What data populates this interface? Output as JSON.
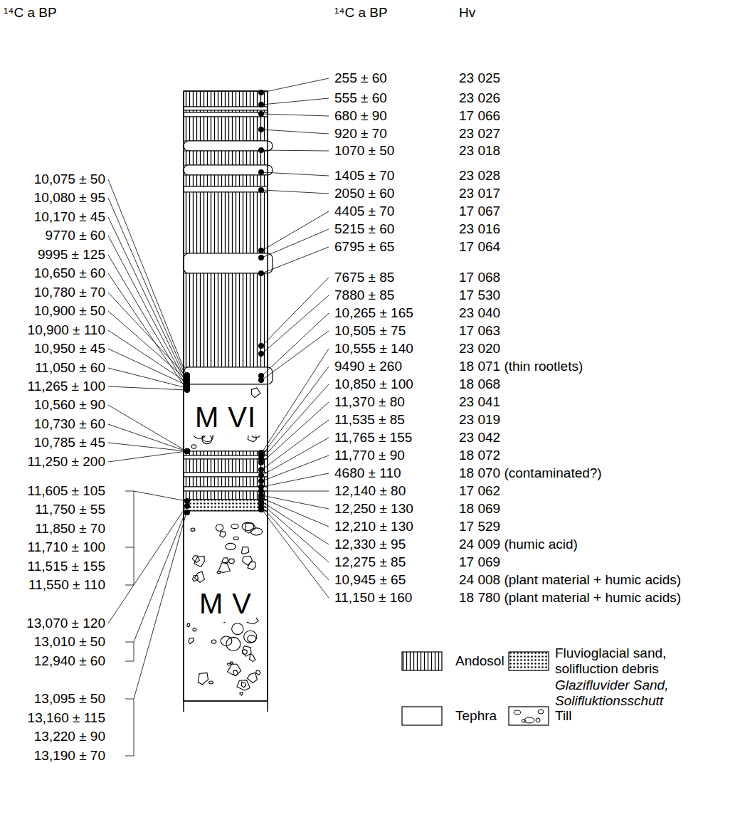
{
  "diagram": {
    "nodes": [
      {
        "text": [
          "M VI"
        ]
      },
      {
        "text": [
          "M V"
        ]
      }
    ],
    "labels": [
      "¹⁴C a BP",
      "¹⁴C a BP",
      "Hv",
      "10,075 ± 50",
      "10,080 ± 95",
      "10,170 ± 45",
      "9770 ± 60",
      "9995 ± 125",
      "10,650 ± 60",
      "10,780 ± 70",
      "10,900 ± 50",
      "10,900 ± 110",
      "10,950 ± 45",
      "11,050 ± 60",
      "11,265 ± 100",
      "10,560 ± 90",
      "10,730 ± 60",
      "10,785 ± 45",
      "11,250 ± 200",
      "11,605 ± 105",
      "11,750 ± 55",
      "11,850 ± 70",
      "11,710 ± 100",
      "11,515 ± 155",
      "11,550 ± 110",
      "13,070 ± 120",
      "13,010 ± 50",
      "12,940 ± 60",
      "13,095 ± 50",
      "13,160 ± 115",
      "13,220 ± 90",
      "13,190 ± 70",
      "255 ± 60",
      "23 025",
      "555 ± 60",
      "23 026",
      "680 ± 90",
      "17 066",
      "920 ± 70",
      "23 027",
      "1070 ± 50",
      "23 018",
      "1405 ± 70",
      "23 028",
      "2050 ± 60",
      "23 017",
      "4405 ± 70",
      "17 067",
      "5215 ± 60",
      "23 016",
      "6795 ± 65",
      "17 064",
      "7675 ± 85",
      "17 068",
      "7880 ± 85",
      "17 530",
      "10,265 ± 165",
      "23 040",
      "10,505 ± 75",
      "17 063",
      "10,555 ± 140",
      "23 020",
      "9490 ± 260",
      "18 071 (thin rootlets)",
      "10,850 ± 100",
      "18 068",
      "11,370 ± 80",
      "23 041",
      "11,535 ± 85",
      "23 019",
      "11,765 ± 155",
      "23 042",
      "11,770 ± 90",
      "18 072",
      "4680 ± 110",
      "18 070 (contaminated?)",
      "12,140 ± 80",
      "17 062",
      "12,250 ± 130",
      "18 069",
      "12,210 ± 130",
      "17 529",
      "12,330 ± 95",
      "24 009 (humic acid)",
      "12,275 ± 85",
      "17 069",
      "10,945 ± 65",
      "24 008 (plant material + humic acids)",
      "11,150 ± 160",
      "18 780 (plant material + humic acids)",
      "Glazifluvider Sand, Solifluktionsschutt"
    ],
    "legend": [
      {
        "text": "Andosol"
      },
      {
        "text": "Tephra"
      },
      {
        "text": "Fluvioglacial sand, solifluction debris"
      },
      {
        "text": "Till"
      }
    ]
  }
}
